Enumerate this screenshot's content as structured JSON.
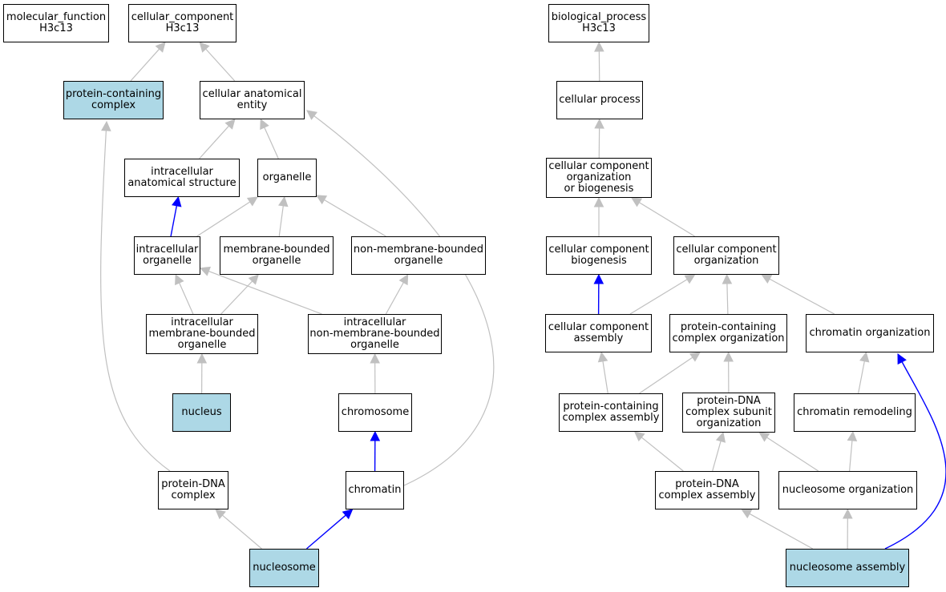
{
  "colors": {
    "highlight": "#add8e6",
    "edge_gray": "#c0c0c0",
    "edge_blue": "#0000ff",
    "border": "#000000"
  },
  "nodes": {
    "molecular_function": {
      "label": "molecular_function\nH3c13",
      "highlighted": false
    },
    "cellular_component": {
      "label": "cellular_component\nH3c13",
      "highlighted": false
    },
    "biological_process": {
      "label": "biological_process\nH3c13",
      "highlighted": false
    },
    "protein_containing_complex": {
      "label": "protein-containing\ncomplex",
      "highlighted": true
    },
    "cellular_anatomical_entity": {
      "label": "cellular anatomical\nentity",
      "highlighted": false
    },
    "intracellular_anatomical_structure": {
      "label": "intracellular\nanatomical structure",
      "highlighted": false
    },
    "organelle": {
      "label": "organelle",
      "highlighted": false
    },
    "intracellular_organelle": {
      "label": "intracellular\norganelle",
      "highlighted": false
    },
    "membrane_bounded_organelle": {
      "label": "membrane-bounded\norganelle",
      "highlighted": false
    },
    "non_membrane_bounded_organelle": {
      "label": "non-membrane-bounded\norganelle",
      "highlighted": false
    },
    "intracellular_membrane_bounded_organelle": {
      "label": "intracellular\nmembrane-bounded\norganelle",
      "highlighted": false
    },
    "intracellular_non_membrane_bounded_organelle": {
      "label": "intracellular\nnon-membrane-bounded\norganelle",
      "highlighted": false
    },
    "nucleus": {
      "label": "nucleus",
      "highlighted": true
    },
    "chromosome": {
      "label": "chromosome",
      "highlighted": false
    },
    "protein_dna_complex": {
      "label": "protein-DNA\ncomplex",
      "highlighted": false
    },
    "chromatin": {
      "label": "chromatin",
      "highlighted": false
    },
    "nucleosome": {
      "label": "nucleosome",
      "highlighted": true
    },
    "cellular_process": {
      "label": "cellular process",
      "highlighted": false
    },
    "cc_org_or_biogenesis": {
      "label": "cellular component\norganization\nor biogenesis",
      "highlighted": false
    },
    "cc_biogenesis": {
      "label": "cellular component\nbiogenesis",
      "highlighted": false
    },
    "cc_organization": {
      "label": "cellular component\norganization",
      "highlighted": false
    },
    "cc_assembly": {
      "label": "cellular component\nassembly",
      "highlighted": false
    },
    "pcc_organization": {
      "label": "protein-containing\ncomplex organization",
      "highlighted": false
    },
    "chromatin_organization": {
      "label": "chromatin organization",
      "highlighted": false
    },
    "pcc_assembly": {
      "label": "protein-containing\ncomplex assembly",
      "highlighted": false
    },
    "pdna_subunit_org": {
      "label": "protein-DNA\ncomplex subunit\norganization",
      "highlighted": false
    },
    "chromatin_remodeling": {
      "label": "chromatin remodeling",
      "highlighted": false
    },
    "pdna_complex_assembly": {
      "label": "protein-DNA\ncomplex assembly",
      "highlighted": false
    },
    "nucleosome_organization": {
      "label": "nucleosome organization",
      "highlighted": false
    },
    "nucleosome_assembly": {
      "label": "nucleosome assembly",
      "highlighted": true
    }
  },
  "edges": [
    {
      "from": "protein_containing_complex",
      "to": "cellular_component",
      "color": "gray"
    },
    {
      "from": "cellular_anatomical_entity",
      "to": "cellular_component",
      "color": "gray"
    },
    {
      "from": "intracellular_anatomical_structure",
      "to": "cellular_anatomical_entity",
      "color": "gray"
    },
    {
      "from": "organelle",
      "to": "cellular_anatomical_entity",
      "color": "gray"
    },
    {
      "from": "intracellular_organelle",
      "to": "intracellular_anatomical_structure",
      "color": "blue"
    },
    {
      "from": "intracellular_organelle",
      "to": "organelle",
      "color": "gray"
    },
    {
      "from": "membrane_bounded_organelle",
      "to": "organelle",
      "color": "gray"
    },
    {
      "from": "non_membrane_bounded_organelle",
      "to": "organelle",
      "color": "gray"
    },
    {
      "from": "intracellular_membrane_bounded_organelle",
      "to": "intracellular_organelle",
      "color": "gray"
    },
    {
      "from": "intracellular_membrane_bounded_organelle",
      "to": "membrane_bounded_organelle",
      "color": "gray"
    },
    {
      "from": "intracellular_non_membrane_bounded_organelle",
      "to": "intracellular_organelle",
      "color": "gray"
    },
    {
      "from": "intracellular_non_membrane_bounded_organelle",
      "to": "non_membrane_bounded_organelle",
      "color": "gray"
    },
    {
      "from": "nucleus",
      "to": "intracellular_membrane_bounded_organelle",
      "color": "gray"
    },
    {
      "from": "chromosome",
      "to": "intracellular_non_membrane_bounded_organelle",
      "color": "gray"
    },
    {
      "from": "chromatin",
      "to": "chromosome",
      "color": "blue"
    },
    {
      "from": "chromatin",
      "to": "cellular_anatomical_entity",
      "color": "gray"
    },
    {
      "from": "protein_dna_complex",
      "to": "protein_containing_complex",
      "color": "gray"
    },
    {
      "from": "nucleosome",
      "to": "protein_dna_complex",
      "color": "gray"
    },
    {
      "from": "nucleosome",
      "to": "chromatin",
      "color": "blue"
    },
    {
      "from": "cellular_process",
      "to": "biological_process",
      "color": "gray"
    },
    {
      "from": "cc_org_or_biogenesis",
      "to": "cellular_process",
      "color": "gray"
    },
    {
      "from": "cc_biogenesis",
      "to": "cc_org_or_biogenesis",
      "color": "gray"
    },
    {
      "from": "cc_organization",
      "to": "cc_org_or_biogenesis",
      "color": "gray"
    },
    {
      "from": "cc_assembly",
      "to": "cc_biogenesis",
      "color": "blue"
    },
    {
      "from": "cc_assembly",
      "to": "cc_organization",
      "color": "gray"
    },
    {
      "from": "pcc_organization",
      "to": "cc_organization",
      "color": "gray"
    },
    {
      "from": "chromatin_organization",
      "to": "cc_organization",
      "color": "gray"
    },
    {
      "from": "pcc_assembly",
      "to": "cc_assembly",
      "color": "gray"
    },
    {
      "from": "pcc_assembly",
      "to": "pcc_organization",
      "color": "gray"
    },
    {
      "from": "pdna_subunit_org",
      "to": "pcc_organization",
      "color": "gray"
    },
    {
      "from": "chromatin_remodeling",
      "to": "chromatin_organization",
      "color": "gray"
    },
    {
      "from": "pdna_complex_assembly",
      "to": "pcc_assembly",
      "color": "gray"
    },
    {
      "from": "pdna_complex_assembly",
      "to": "pdna_subunit_org",
      "color": "gray"
    },
    {
      "from": "nucleosome_organization",
      "to": "pdna_subunit_org",
      "color": "gray"
    },
    {
      "from": "nucleosome_organization",
      "to": "chromatin_remodeling",
      "color": "gray"
    },
    {
      "from": "nucleosome_assembly",
      "to": "pdna_complex_assembly",
      "color": "gray"
    },
    {
      "from": "nucleosome_assembly",
      "to": "nucleosome_organization",
      "color": "gray"
    },
    {
      "from": "nucleosome_assembly",
      "to": "chromatin_organization",
      "color": "blue"
    }
  ]
}
